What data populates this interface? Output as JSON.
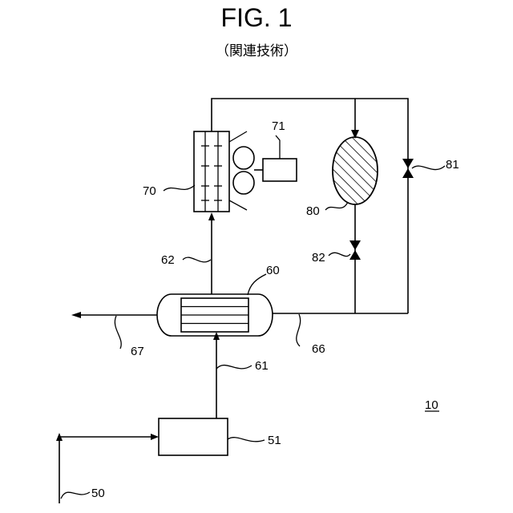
{
  "figure": {
    "title": "FIG. 1",
    "subtitle": "（関連技術）",
    "system_ref": "10"
  },
  "labels": {
    "l50": "50",
    "l51": "51",
    "l60": "60",
    "l61": "61",
    "l62": "62",
    "l66": "66",
    "l67": "67",
    "l70": "70",
    "l71": "71",
    "l80": "80",
    "l81": "81",
    "l82": "82"
  }
}
